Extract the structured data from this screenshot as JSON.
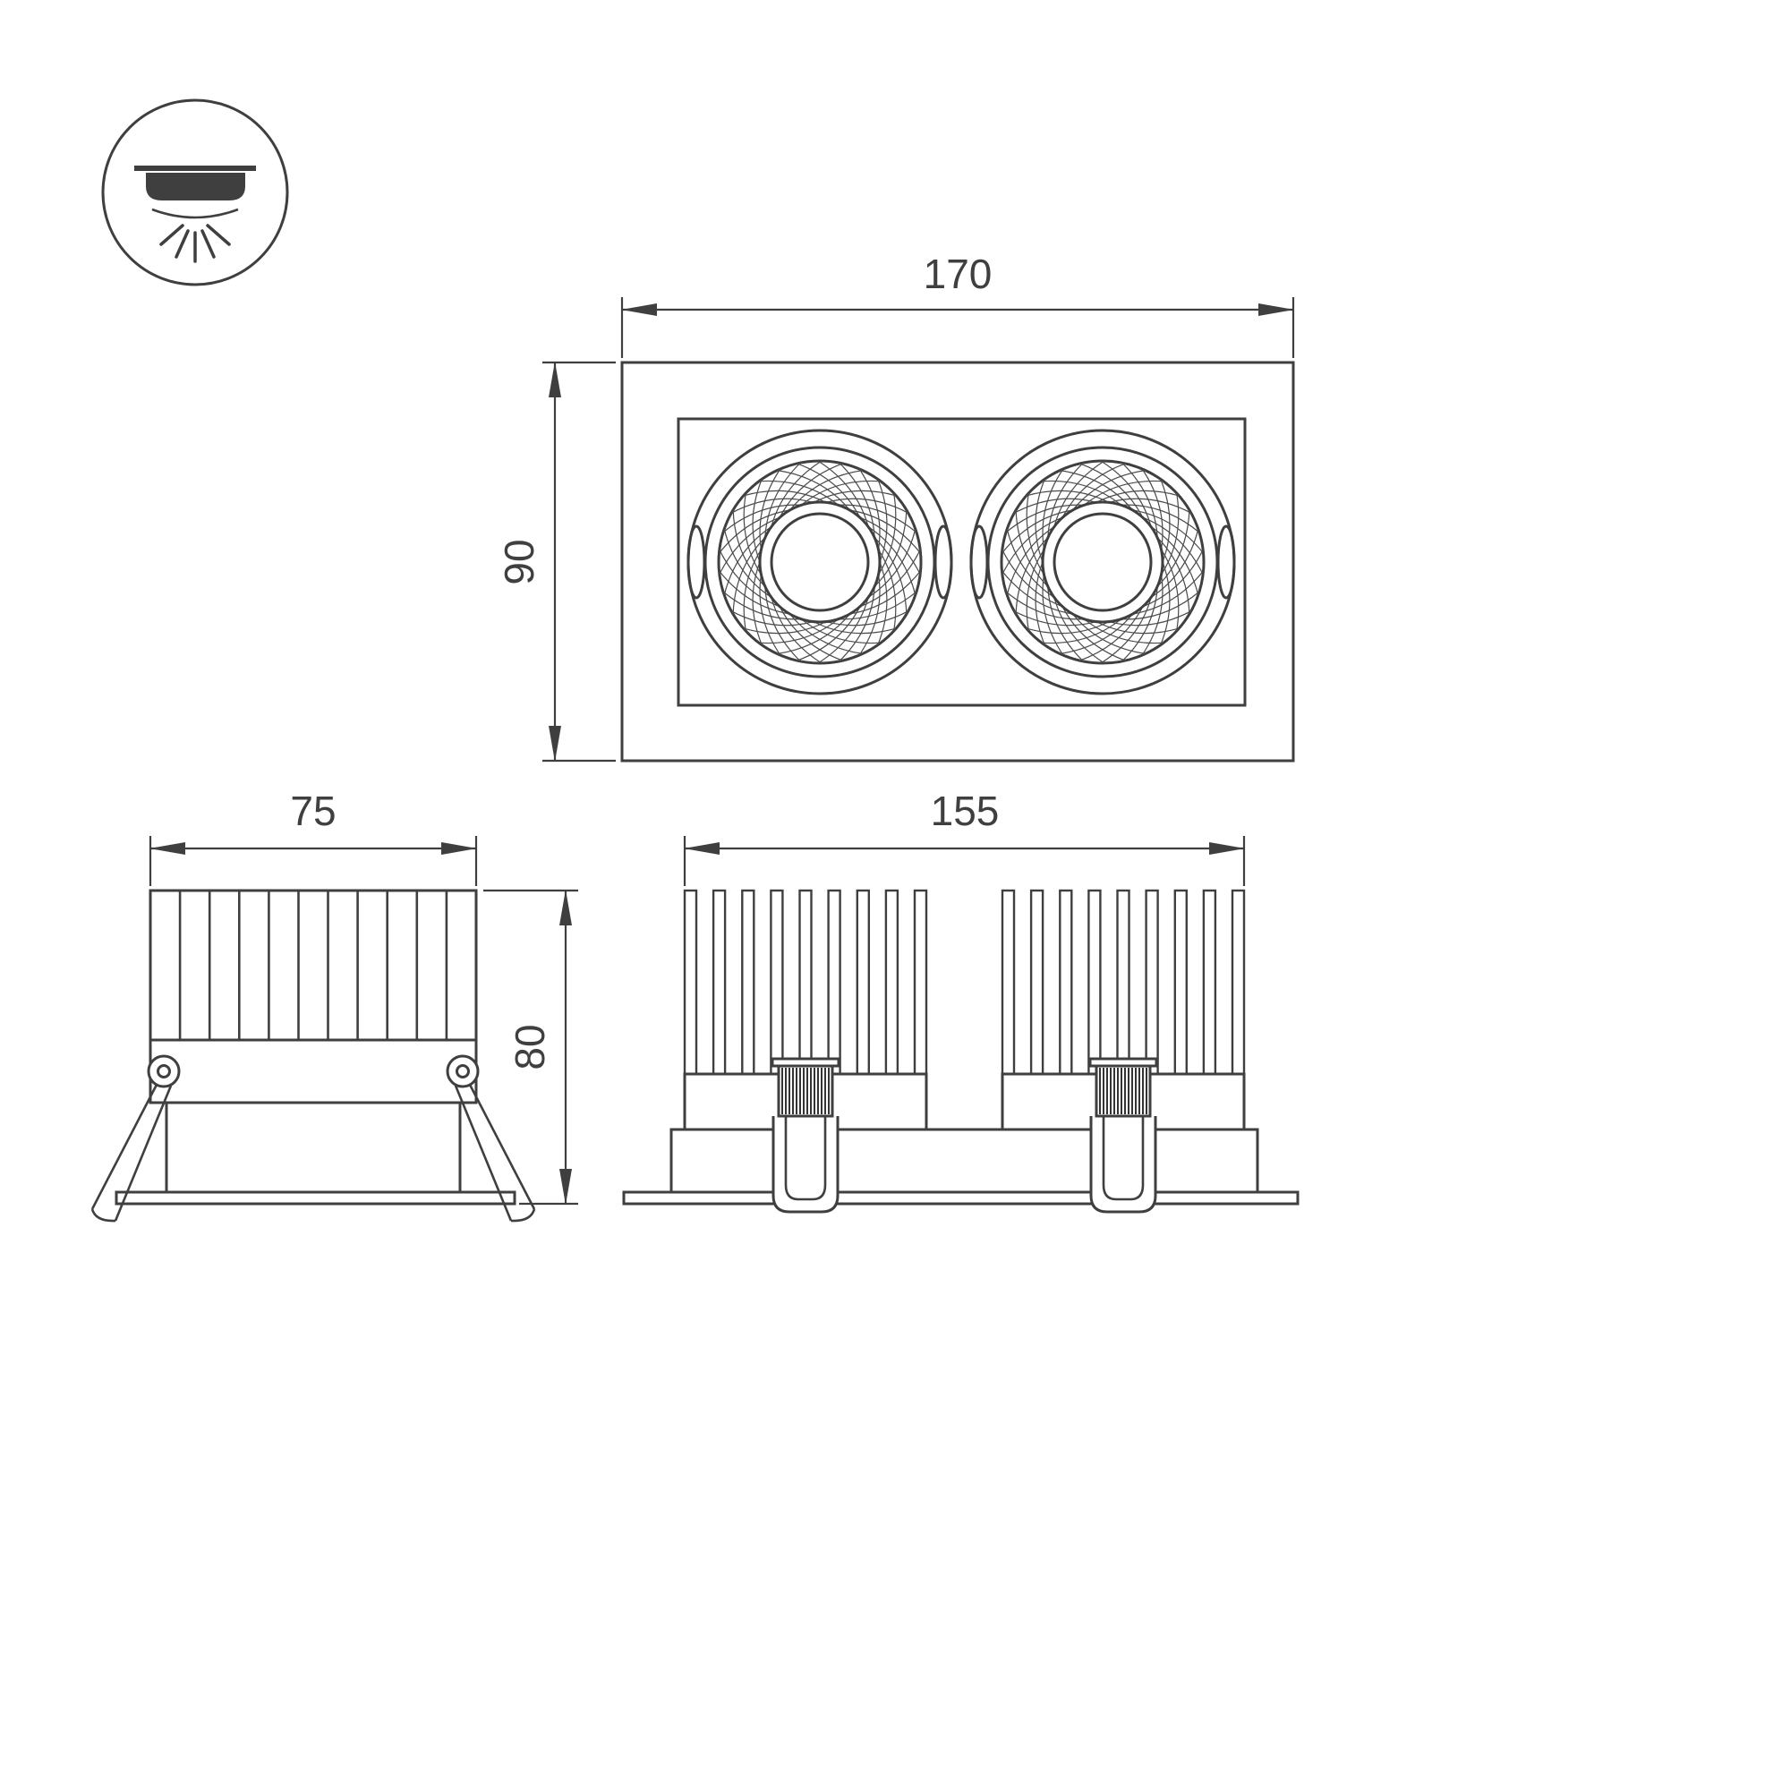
{
  "drawing": {
    "type": "technical-dimension-drawing",
    "subject": "dual recessed gimbal downlight",
    "line_color": "#3f3f3f",
    "background": "#ffffff"
  },
  "icon": {
    "name": "recessed-downlight-icon"
  },
  "views": {
    "front": {
      "width": "170",
      "height": "90"
    },
    "side": {
      "width": "75",
      "height": "80"
    },
    "profile": {
      "width": "155"
    }
  }
}
